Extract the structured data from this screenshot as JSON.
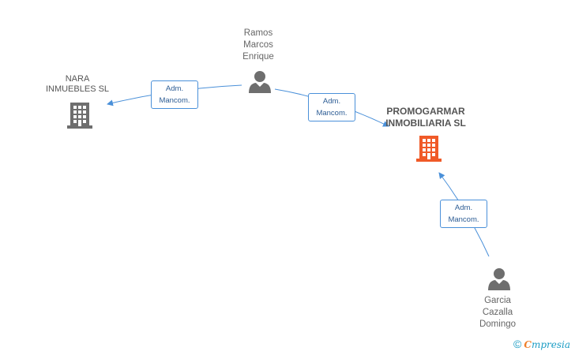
{
  "colors": {
    "edge": "#4a90d9",
    "person": "#6e6e6e",
    "company": "#6e6e6e",
    "company_main": "#f05a28"
  },
  "nodes": {
    "nara": {
      "lines": [
        "NARA",
        "INMUEBLES SL"
      ]
    },
    "ramos": {
      "lines": [
        "Ramos",
        "Marcos",
        "Enrique"
      ]
    },
    "promogarmar": {
      "lines": [
        "PROMOGARMAR",
        "INMOBILIARIA SL"
      ]
    },
    "garcia": {
      "lines": [
        "Garcia",
        "Cazalla",
        "Domingo"
      ]
    }
  },
  "edges": {
    "ramos_nara": {
      "lines": [
        "Adm.",
        "Mancom."
      ]
    },
    "ramos_promogarmar": {
      "lines": [
        "Adm.",
        "Mancom."
      ]
    },
    "garcia_promogarmar": {
      "lines": [
        "Adm.",
        "Mancom."
      ]
    }
  },
  "footer": {
    "copyright": "©",
    "brand_first": "C",
    "brand_rest": "mpresia"
  }
}
